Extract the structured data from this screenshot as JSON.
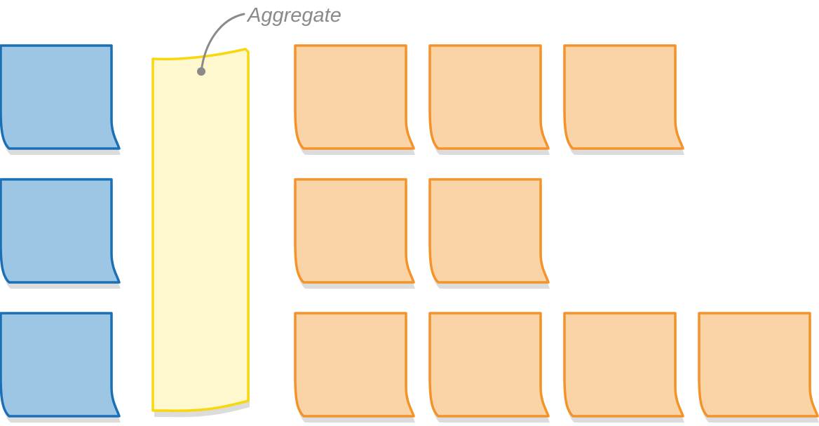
{
  "callout": {
    "label": "Aggregate",
    "color": "#8a8a8a"
  },
  "colors": {
    "blue_fill": "#9cc6e4",
    "blue_stroke": "#1a6fb5",
    "yellow_fill": "#fff8cf",
    "yellow_stroke": "#f7d70e",
    "orange_fill": "#fad3a6",
    "orange_stroke": "#f39329",
    "shadow": "#dcdcdc"
  },
  "stickies": {
    "blue_column": [
      "blue",
      "blue",
      "blue"
    ],
    "aggregate_column": [
      "yellow"
    ],
    "orange_rows": [
      [
        "orange",
        "orange",
        "orange"
      ],
      [
        "orange",
        "orange"
      ],
      [
        "orange",
        "orange",
        "orange",
        "orange"
      ]
    ]
  }
}
